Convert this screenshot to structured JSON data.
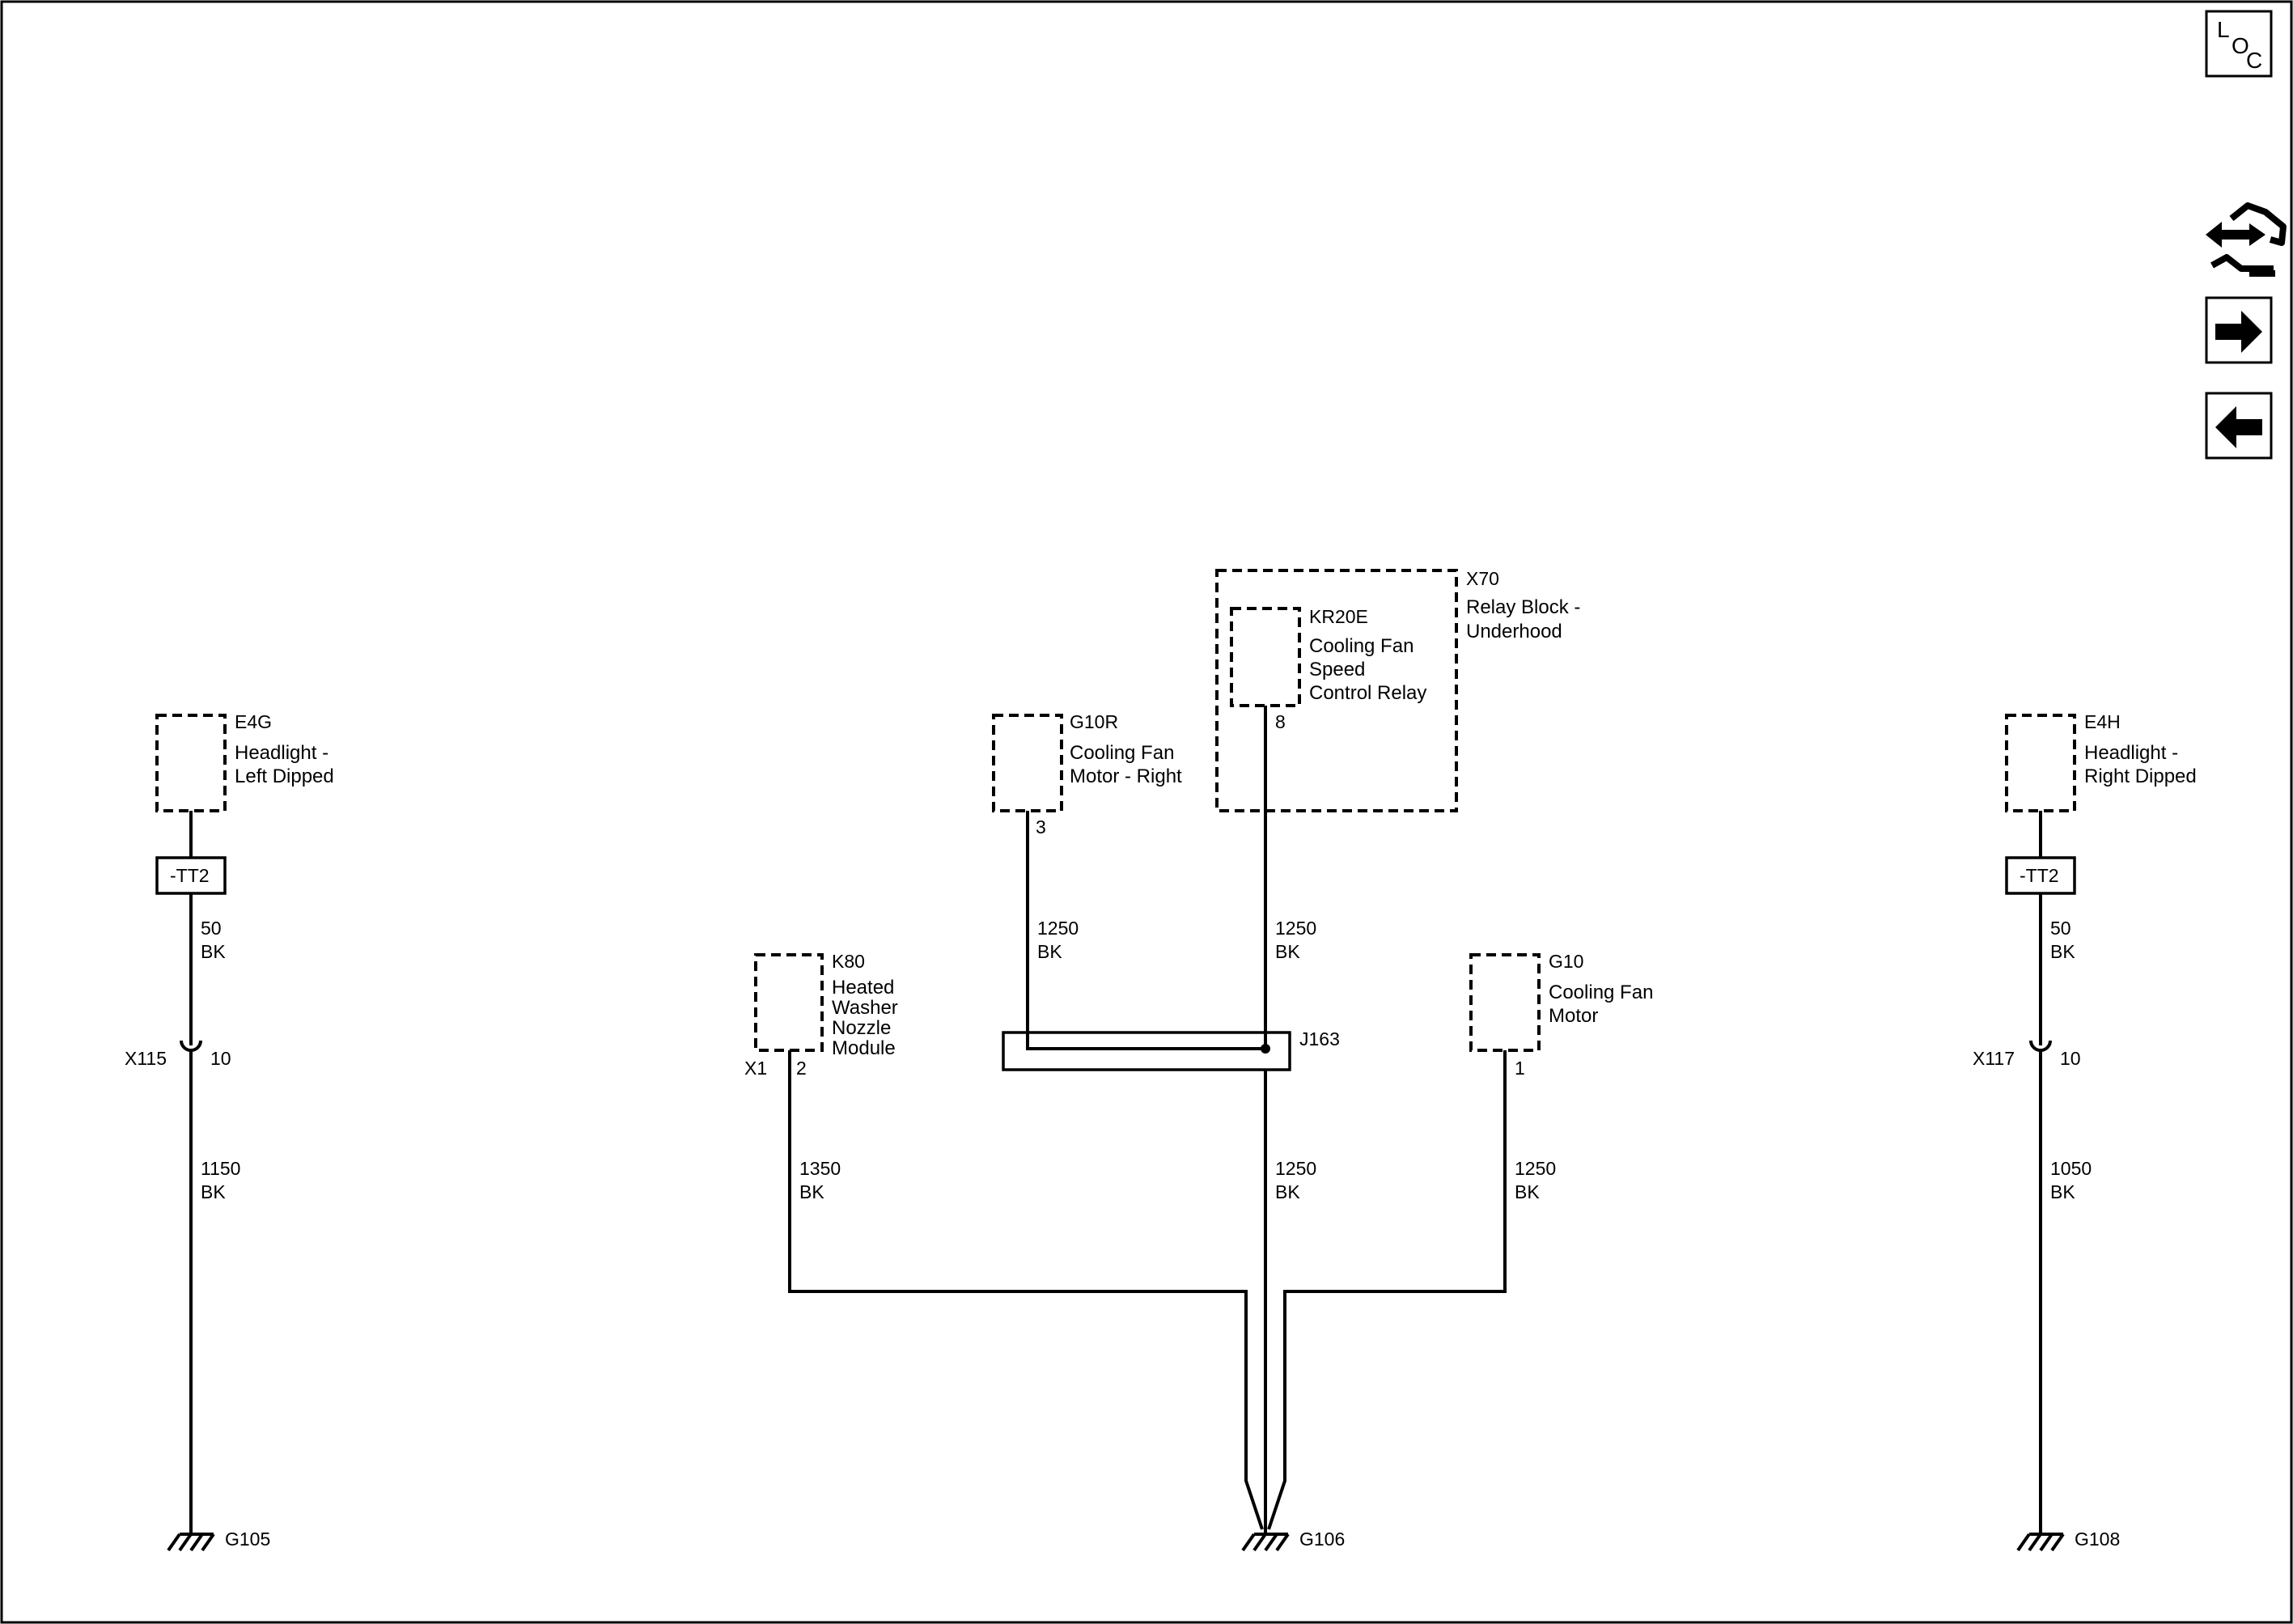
{
  "nav": {
    "loc_label": [
      "L",
      "O",
      "C"
    ],
    "buttons": [
      "connector-icon",
      "arrow-right-icon",
      "arrow-left-icon"
    ]
  },
  "components": {
    "e4g": {
      "ref": "E4G",
      "name": [
        "Headlight -",
        "Left Dipped"
      ]
    },
    "e4h": {
      "ref": "E4H",
      "name": [
        "Headlight -",
        "Right Dipped"
      ]
    },
    "g10r": {
      "ref": "G10R",
      "name": [
        "Cooling Fan",
        "Motor - Right"
      ],
      "pin": "3"
    },
    "x70": {
      "ref": "X70",
      "name": [
        "Relay Block -",
        "Underhood"
      ]
    },
    "kr20e": {
      "ref": "KR20E",
      "name": [
        "Cooling Fan",
        "Speed",
        "Control Relay"
      ],
      "pin": "8"
    },
    "k80": {
      "ref": "K80",
      "name": [
        "Heated",
        "Washer",
        "Nozzle",
        "Module"
      ],
      "connector": "X1",
      "pin": "2"
    },
    "g10": {
      "ref": "G10",
      "name": [
        "Cooling Fan",
        "Motor"
      ],
      "pin": "1"
    },
    "j163": {
      "ref": "J163"
    }
  },
  "terminals": {
    "left": "-TT2",
    "right": "-TT2"
  },
  "inline_connectors": {
    "x115": {
      "ref": "X115",
      "pin": "10"
    },
    "x117": {
      "ref": "X117",
      "pin": "10"
    }
  },
  "wires": {
    "e4g_top": {
      "size": "50",
      "color": "BK"
    },
    "e4g_bottom": {
      "size": "1150",
      "color": "BK"
    },
    "e4h_top": {
      "size": "50",
      "color": "BK"
    },
    "e4h_bottom": {
      "size": "1050",
      "color": "BK"
    },
    "g10r": {
      "size": "1250",
      "color": "BK"
    },
    "kr20e": {
      "size": "1250",
      "color": "BK"
    },
    "j163_out": {
      "size": "1250",
      "color": "BK"
    },
    "k80": {
      "size": "1350",
      "color": "BK"
    },
    "g10": {
      "size": "1250",
      "color": "BK"
    }
  },
  "grounds": {
    "left": "G105",
    "center": "G106",
    "right": "G108"
  }
}
